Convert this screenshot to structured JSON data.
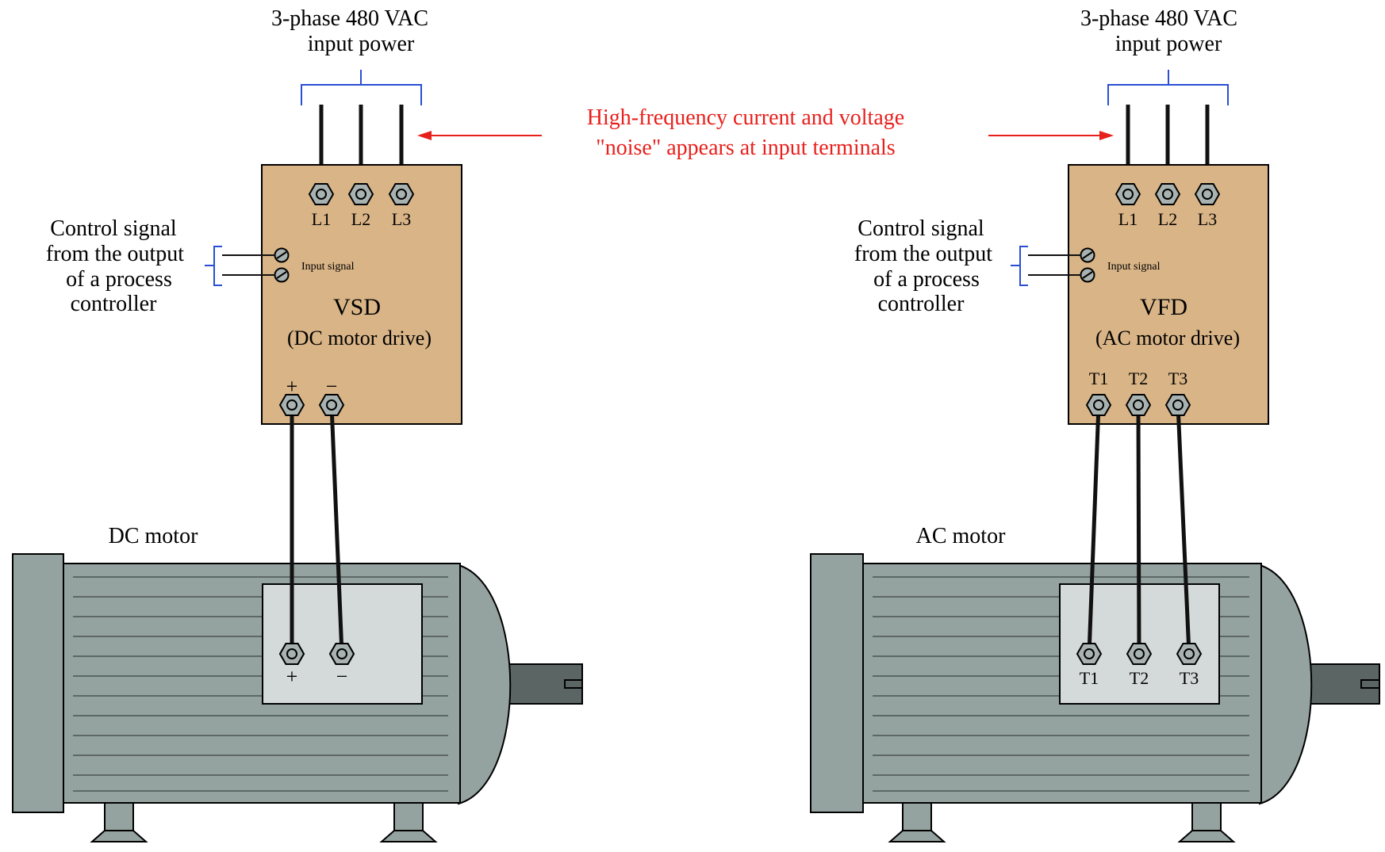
{
  "noise_note": {
    "line1": "High-frequency current and voltage",
    "line2": "\"noise\" appears at input terminals",
    "color": "#e8201c"
  },
  "left": {
    "input_power": {
      "line1": "3-phase 480 VAC",
      "line2": "input power"
    },
    "terminals_in": [
      "L1",
      "L2",
      "L3"
    ],
    "control": {
      "lines": [
        "Control signal",
        "from the output",
        "of a process",
        "controller"
      ],
      "input_label": "Input signal"
    },
    "drive_name": "VSD",
    "drive_type": "(DC motor drive)",
    "terminals_out": [
      "+",
      "−"
    ],
    "motor_label": "DC motor",
    "motor_terminals": [
      "+",
      "−"
    ]
  },
  "right": {
    "input_power": {
      "line1": "3-phase 480 VAC",
      "line2": "input power"
    },
    "terminals_in": [
      "L1",
      "L2",
      "L3"
    ],
    "control": {
      "lines": [
        "Control signal",
        "from the output",
        "of a process",
        "controller"
      ],
      "input_label": "Input signal"
    },
    "drive_name": "VFD",
    "drive_type": "(AC motor drive)",
    "terminals_out": [
      "T1",
      "T2",
      "T3"
    ],
    "motor_label": "AC motor",
    "motor_terminals": [
      "T1",
      "T2",
      "T3"
    ]
  },
  "colors": {
    "drive_box": "#d9b486",
    "motor_body": "#95a3a0",
    "terminal_box": "#d3dad9",
    "shaft": "#5b6664",
    "bracket": "#2b4fd4",
    "terminal": "#a8b2b1"
  }
}
